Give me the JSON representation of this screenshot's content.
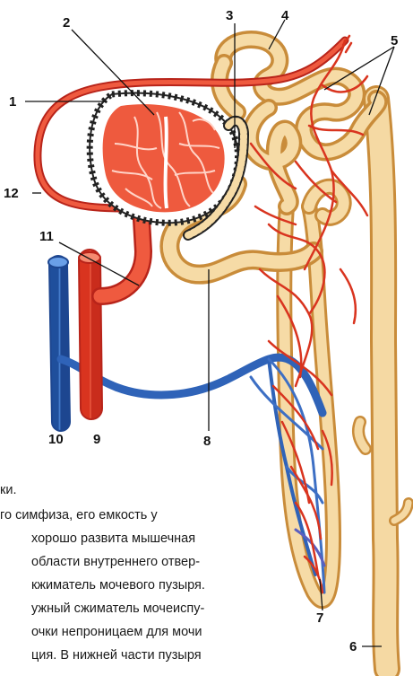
{
  "labels": {
    "l1": "1",
    "l2": "2",
    "l3": "3",
    "l4": "4",
    "l5": "5",
    "l6": "6",
    "l7": "7",
    "l8": "8",
    "l9": "9",
    "l10": "10",
    "l11": "11",
    "l12": "12"
  },
  "text_lines": [
    "ки.",
    "го симфиза, его емкость у",
    "хорошо развита мышечная",
    "области внутреннего отвер-",
    "кжиматель мочевого пузыря.",
    "ужный сжиматель мочеиспу-",
    "очки непроницаем для мочи",
    "ция. В нижней части пузыря"
  ],
  "colors": {
    "artery": "#e8432e",
    "artery_dark": "#b8241a",
    "vein": "#2f63b8",
    "tubule": "#f3cf8e",
    "tubule_edge": "#c98c3a"
  }
}
